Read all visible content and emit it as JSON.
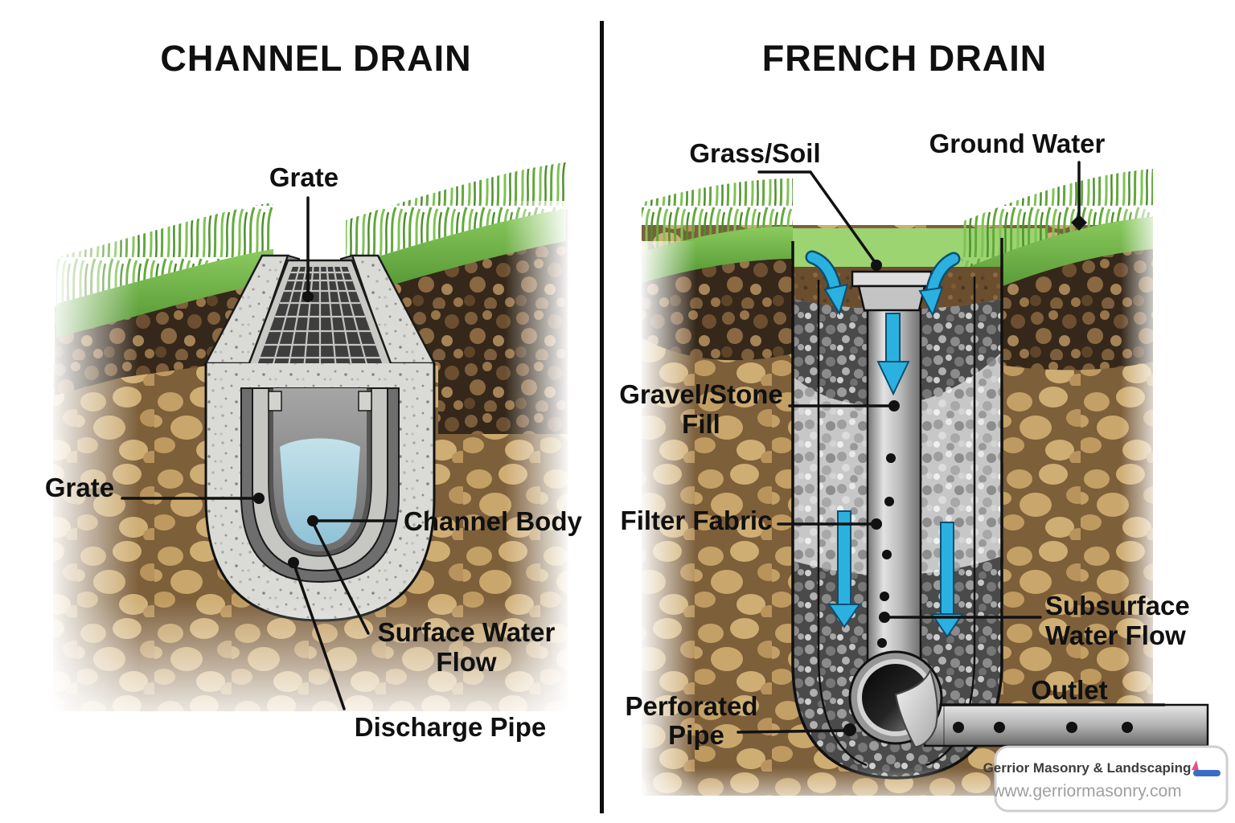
{
  "left_panel": {
    "title": "CHANNEL DRAIN",
    "labels": {
      "grate_top": "Grate",
      "grate_side": "Grate",
      "channel_body": "Channel Body",
      "surface_water_line1": "Surface Water",
      "surface_water_line2": "Flow",
      "discharge_pipe": "Discharge Pipe"
    }
  },
  "right_panel": {
    "title": "FRENCH DRAIN",
    "labels": {
      "grass_soil": "Grass/Soil",
      "ground_water": "Ground Water",
      "gravel_fill_line1": "Gravel/Stone",
      "gravel_fill_line2": "Fill",
      "filter_fabric": "Filter Fabric",
      "subsurface_line1": "Subsurface",
      "subsurface_line2": "Water Flow",
      "perforated_line1": "Perforated",
      "perforated_line2": "Pipe",
      "outlet": "Outlet"
    }
  },
  "watermark": {
    "company": "Gerrior Masonry & Landscaping",
    "website": "www.gerriormasonry.com"
  },
  "colors": {
    "label_text": "#101010",
    "grass_green": "#6fb343",
    "topsoil_brown": "#35281a",
    "subsoil_tan": "#c7a368",
    "concrete_gray": "#dadad6",
    "liner_gray": "#6e6e6e",
    "water_blue": "#9cc9da",
    "flow_arrow_blue": "#2bb1e0",
    "gravel_dark": "#4a4a4a",
    "gravel_light": "#c7c7c7",
    "pipe_gray": "#b5b5b5"
  }
}
